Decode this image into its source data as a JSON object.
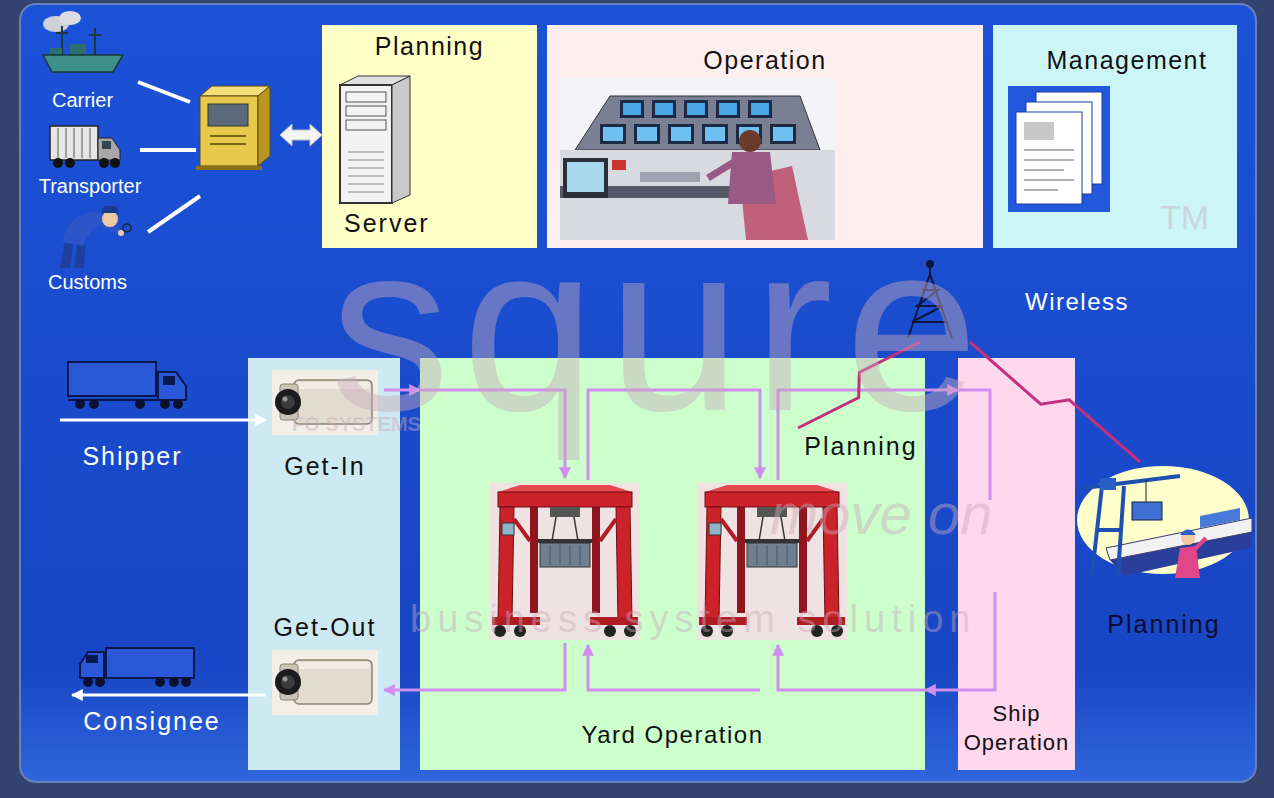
{
  "diagram": {
    "nodes": [
      {
        "text": [
          "Carrier"
        ]
      },
      {
        "text": [
          "Transporter"
        ]
      },
      {
        "text": [
          "Customs"
        ]
      },
      {
        "text": [
          "Planning"
        ]
      },
      {
        "text": [
          "Server"
        ],
        "in": 3
      },
      {
        "text": [
          "Operation"
        ]
      },
      {
        "text": [
          "Management"
        ]
      },
      {
        "text": [
          "Wireless"
        ]
      },
      {
        "text": [
          "Shipper"
        ]
      },
      {
        "text": [
          "Get-In"
        ]
      },
      {
        "text": [
          "Get-Out"
        ]
      },
      {
        "text": [
          "Consignee"
        ]
      },
      {
        "text": [
          "Yard Operation"
        ]
      },
      {
        "text": [
          "Planning"
        ],
        "in": 12
      },
      {
        "text": [
          "Ship Operation"
        ]
      },
      {
        "text": [
          "Planning"
        ]
      }
    ],
    "edges": [
      {
        "from": 8,
        "to": 9,
        "arrow": "to"
      },
      {
        "from": 9,
        "to": 12,
        "arrow": "to"
      },
      {
        "from": 12,
        "to": 14,
        "arrow": "to"
      },
      {
        "from": 14,
        "to": 12,
        "arrow": "to"
      },
      {
        "from": 12,
        "to": 10,
        "arrow": "to"
      },
      {
        "from": 10,
        "to": 11,
        "arrow": "to"
      },
      {
        "from": 7,
        "to": 13,
        "arrow": "none"
      },
      {
        "from": 7,
        "to": 15,
        "arrow": "none"
      }
    ],
    "labels": [
      "squre",
      "TM",
      "FO SYSTEMS",
      "move on",
      "business system solution"
    ]
  }
}
